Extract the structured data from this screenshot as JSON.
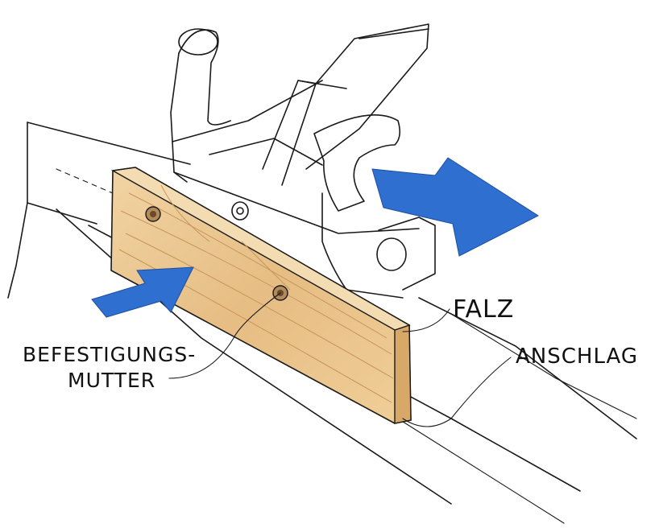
{
  "labels": {
    "falz": "FALZ",
    "anschlag": "ANSCHLAG",
    "nut_line1": "BEFESTIGUNGS-",
    "nut_line2": "MUTTER"
  },
  "colors": {
    "arrow": "#2f6fd0",
    "wood": "#e9c48e",
    "wood_grain": "#c9955a",
    "ink": "#1a1a1a"
  }
}
